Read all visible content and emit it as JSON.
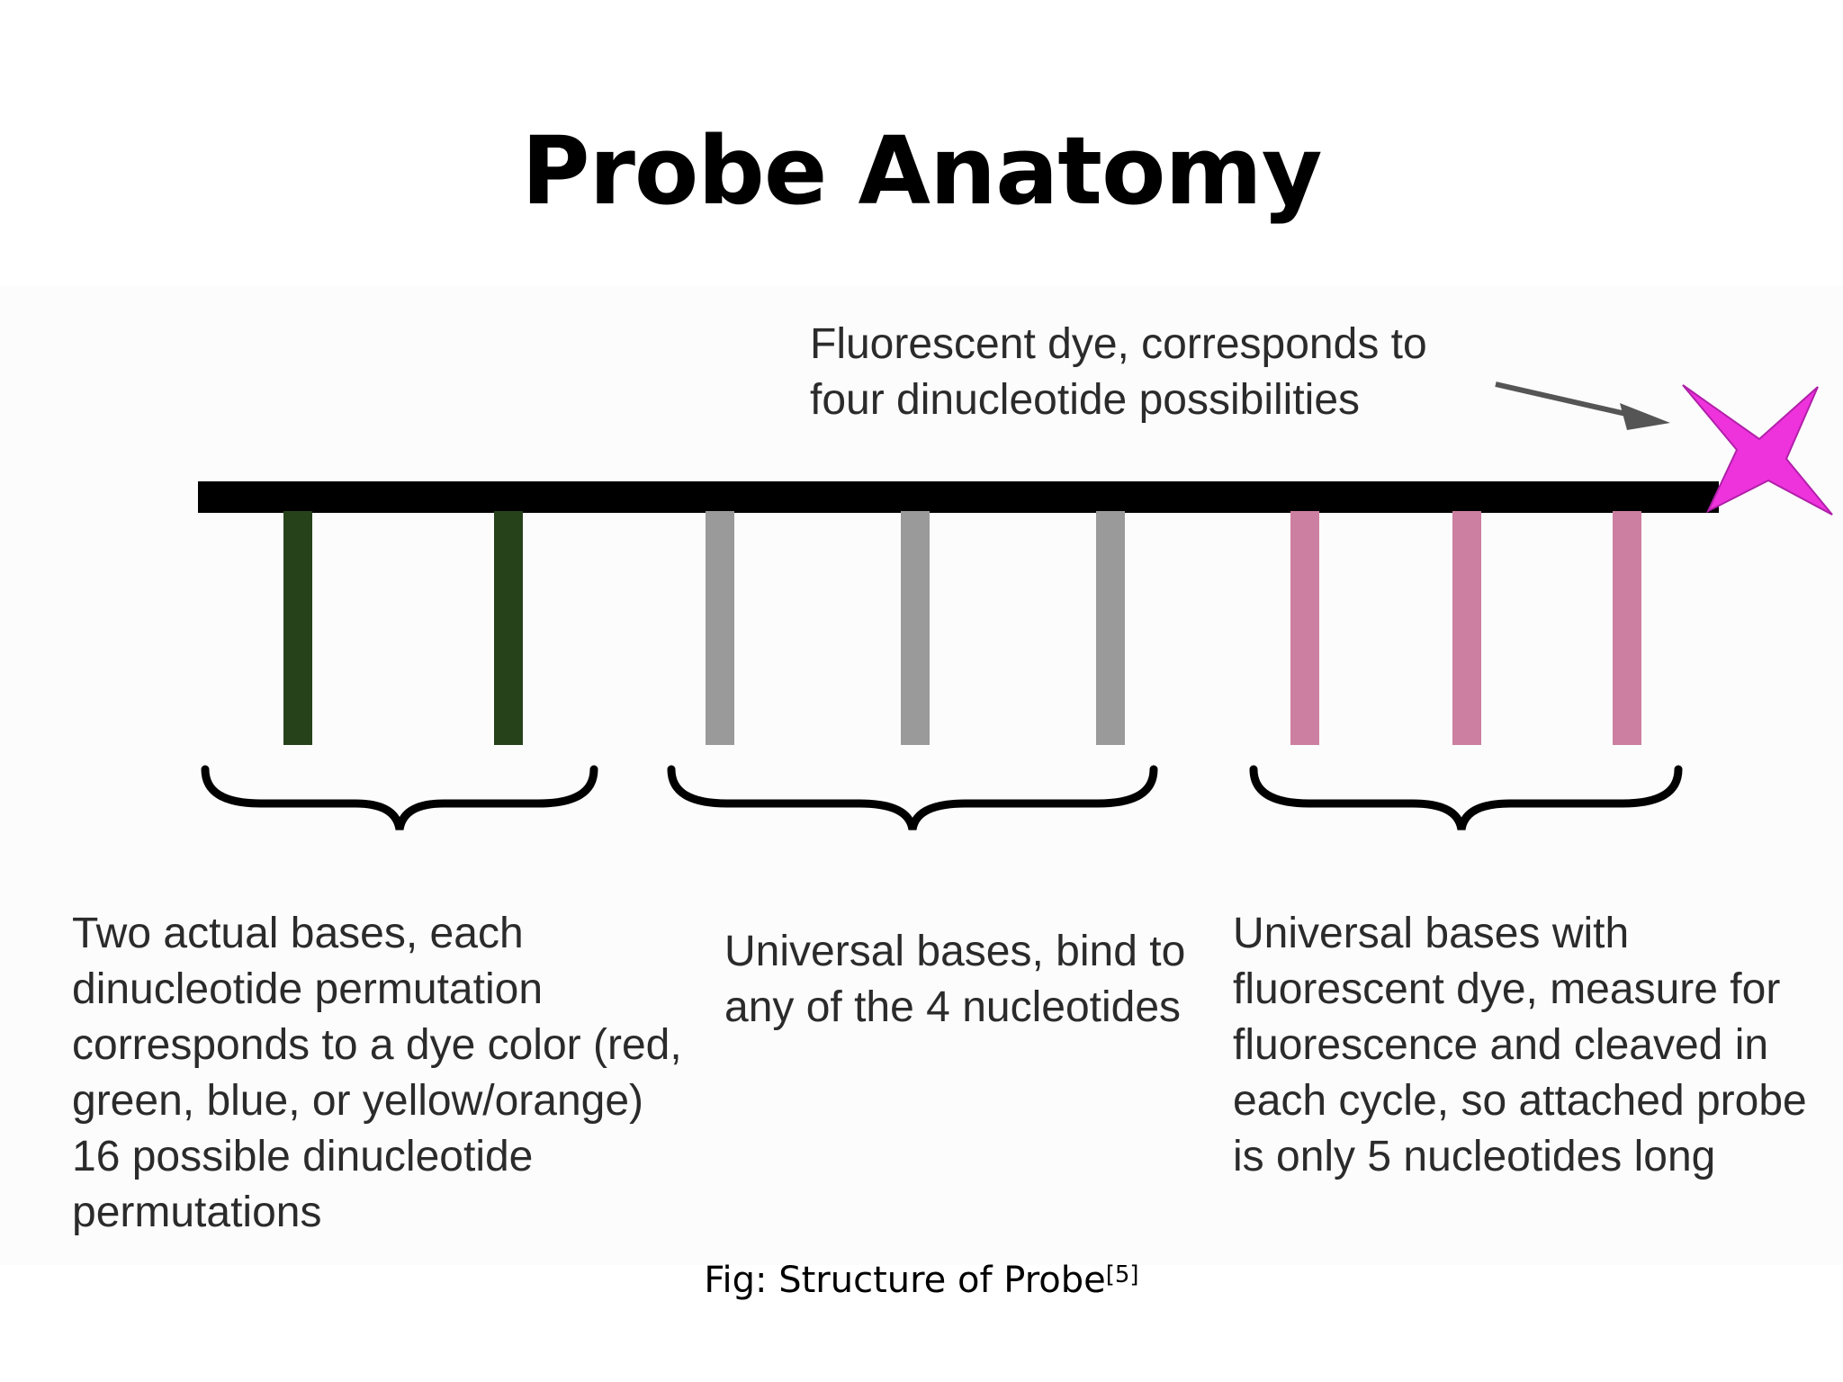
{
  "slide": {
    "title": "Probe Anatomy"
  },
  "diagram": {
    "dye_label": "Fluorescent dye, corresponds to four dinucleotide possibilities",
    "groups": [
      {
        "id": "actual-bases",
        "color": "#26421a",
        "description": "Two actual bases, each dinucleotide permutation corresponds to a dye color (red, green, blue, or yellow/orange) 16 possible dinucleotide permutations"
      },
      {
        "id": "universal-bases",
        "color": "#9a9a9a",
        "description": "Universal bases, bind to any of the 4 nucleotides"
      },
      {
        "id": "universal-bases-dye",
        "color": "#cc7fa0",
        "description": "Universal bases with fluorescent dye, measure for fluorescence and cleaved in each cycle, so attached probe is only 5 nucleotides long"
      }
    ],
    "colors": {
      "backbone": "#000000",
      "dye_star": "#ee33dd",
      "arrow": "#555555"
    }
  },
  "caption": {
    "text": "Fig: Structure of Probe",
    "reference": "[5]"
  }
}
